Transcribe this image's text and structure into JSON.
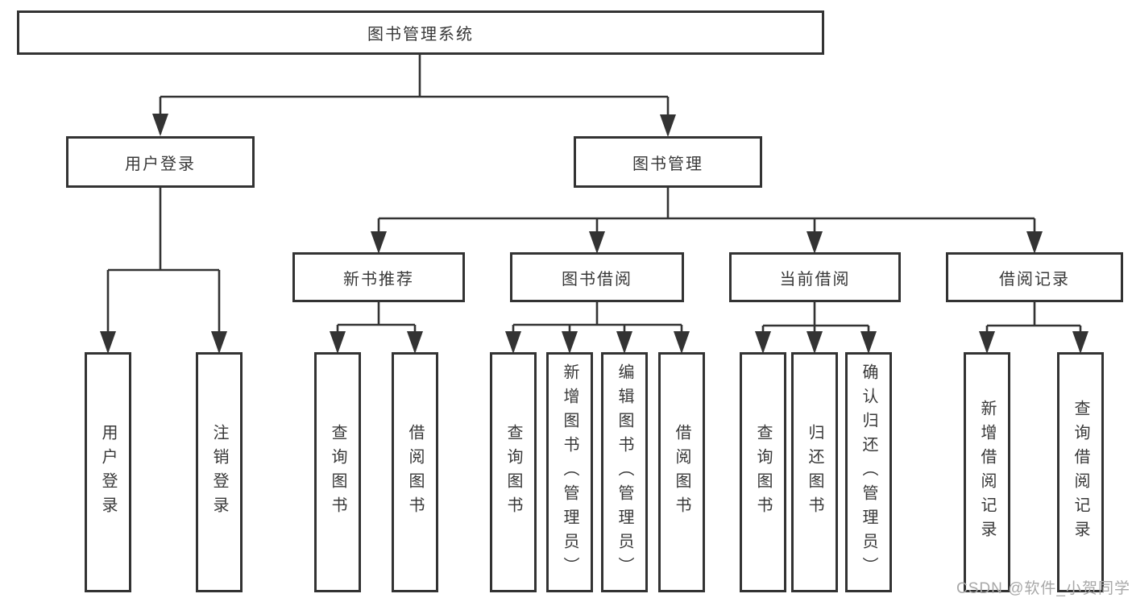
{
  "tree": {
    "root": "图书管理系统",
    "branches": [
      {
        "label": "用户登录",
        "leaves": [
          "用户登录",
          "注销登录"
        ]
      },
      {
        "label": "图书管理",
        "groups": [
          {
            "label": "新书推荐",
            "leaves": [
              "查询图书",
              "借阅图书"
            ]
          },
          {
            "label": "图书借阅",
            "leaves": [
              "查询图书",
              "新增图书（管理员）",
              "编辑图书（管理员）",
              "借阅图书"
            ]
          },
          {
            "label": "当前借阅",
            "leaves": [
              "查询图书",
              "归还图书",
              "确认归还（管理员）"
            ]
          },
          {
            "label": "借阅记录",
            "leaves": [
              "新增借阅记录",
              "查询借阅记录"
            ]
          }
        ]
      }
    ]
  },
  "watermark": {
    "text": "CSDN @软件_小贺同学"
  },
  "colors": {
    "line": "#333333",
    "text": "#383838",
    "watermark": "#a8a8a8"
  }
}
